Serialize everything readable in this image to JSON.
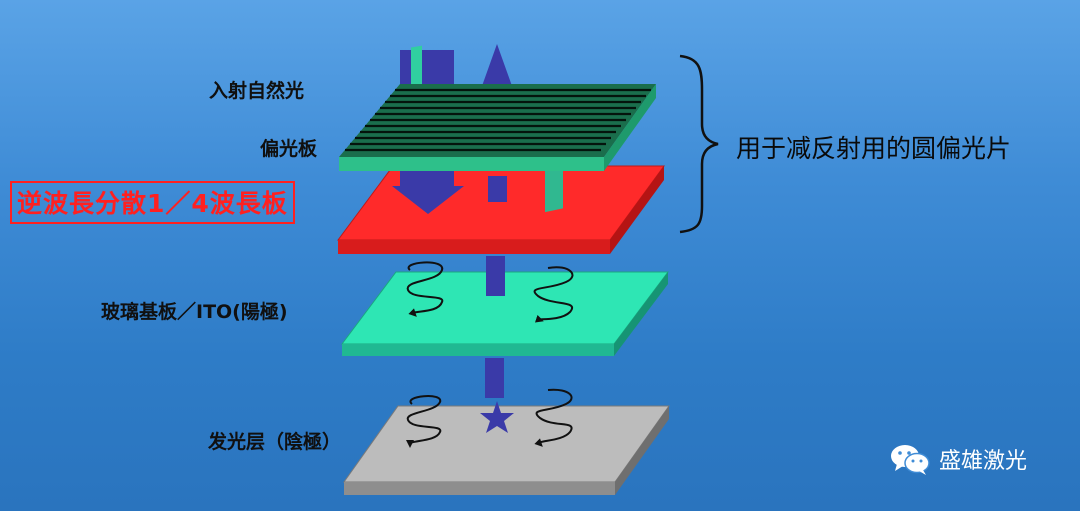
{
  "labels": {
    "incident_light": "入射自然光",
    "polarizer": "偏光板",
    "quarter_wave_plate": "逆波長分散1／4波長板",
    "glass_substrate": "玻璃基板／ITO(陽極)",
    "emitting_layer": "发光层（陰極）",
    "circular_polarizer": "用于减反射用的圆偏光片"
  },
  "watermark": {
    "icon": "wechat-icon",
    "text": "盛雄激光"
  },
  "colors": {
    "background": "#3f8cd6",
    "polarizer": "#1e8a60",
    "wave_plate": "#ff2a2a",
    "glass": "#2ee6b4",
    "emitter": "#b8b8b8",
    "arrow": "#3a3aa8",
    "highlight_text": "#ff2020"
  }
}
